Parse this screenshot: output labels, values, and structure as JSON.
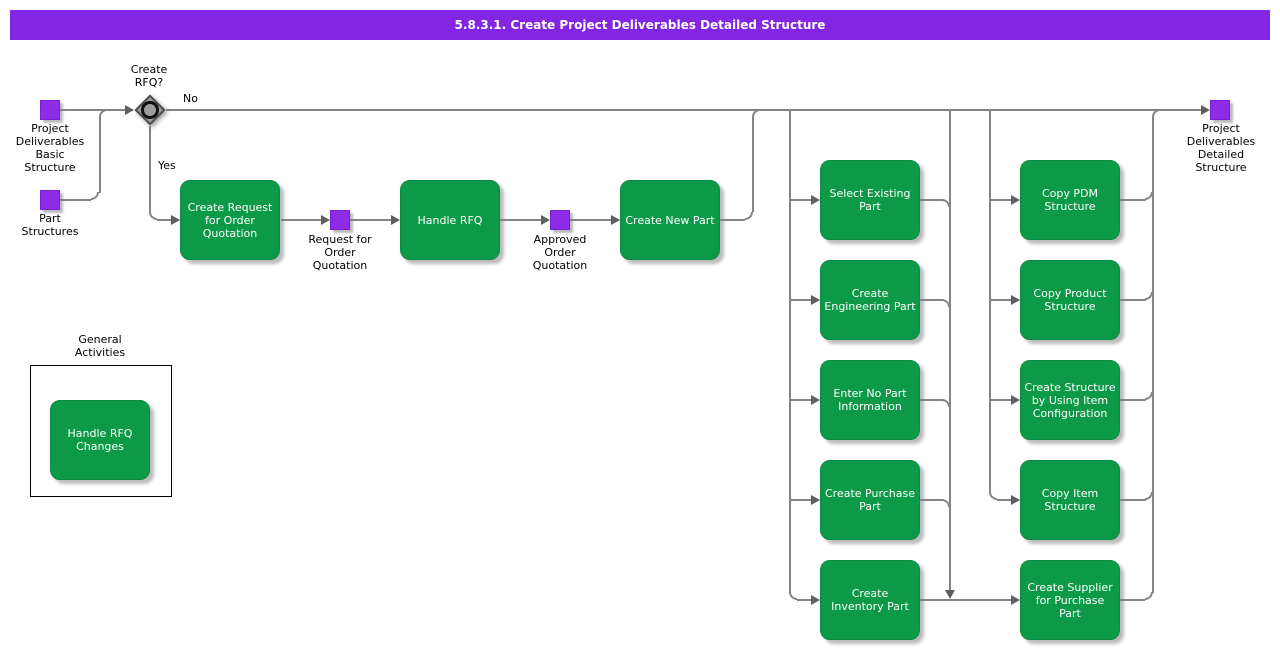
{
  "banner": {
    "title": "5.8.3.1. Create Project Deliverables Detailed Structure"
  },
  "decision": {
    "label": "Create\nRFQ?",
    "branch_no": "No",
    "branch_yes": "Yes"
  },
  "artifacts": {
    "basic_structure": "Project\nDeliverables\nBasic\nStructure",
    "part_structures": "Part\nStructures",
    "rfq_document": "Request for\nOrder\nQuotation",
    "approved_quotation": "Approved\nOrder\nQuotation",
    "detailed_structure": "Project\nDeliverables\nDetailed\nStructure"
  },
  "activities": {
    "create_request": "Create Request\nfor Order\nQuotation",
    "handle_rfq": "Handle RFQ",
    "create_new_part": "Create New Part",
    "select_existing_part": "Select Existing\nPart",
    "create_engineering_part": "Create\nEngineering Part",
    "enter_no_part_information": "Enter No Part\nInformation",
    "create_purchase_part": "Create Purchase\nPart",
    "create_inventory_part": "Create\nInventory Part",
    "copy_pdm_structure": "Copy PDM\nStructure",
    "copy_product_structure": "Copy Product\nStructure",
    "create_structure_item_config": "Create Structure\nby Using Item\nConfiguration",
    "copy_item_structure": "Copy Item\nStructure",
    "create_supplier_purchase_part": "Create Supplier\nfor Purchase\nPart",
    "handle_rfq_changes": "Handle RFQ\nChanges"
  },
  "general_activities": {
    "label": "General\nActivities"
  },
  "colors": {
    "banner": "#8326E4",
    "activity": "#0D9A48",
    "artifact": "#8D2BE6",
    "line": "#848484",
    "arrow": "#5f5f5f"
  }
}
